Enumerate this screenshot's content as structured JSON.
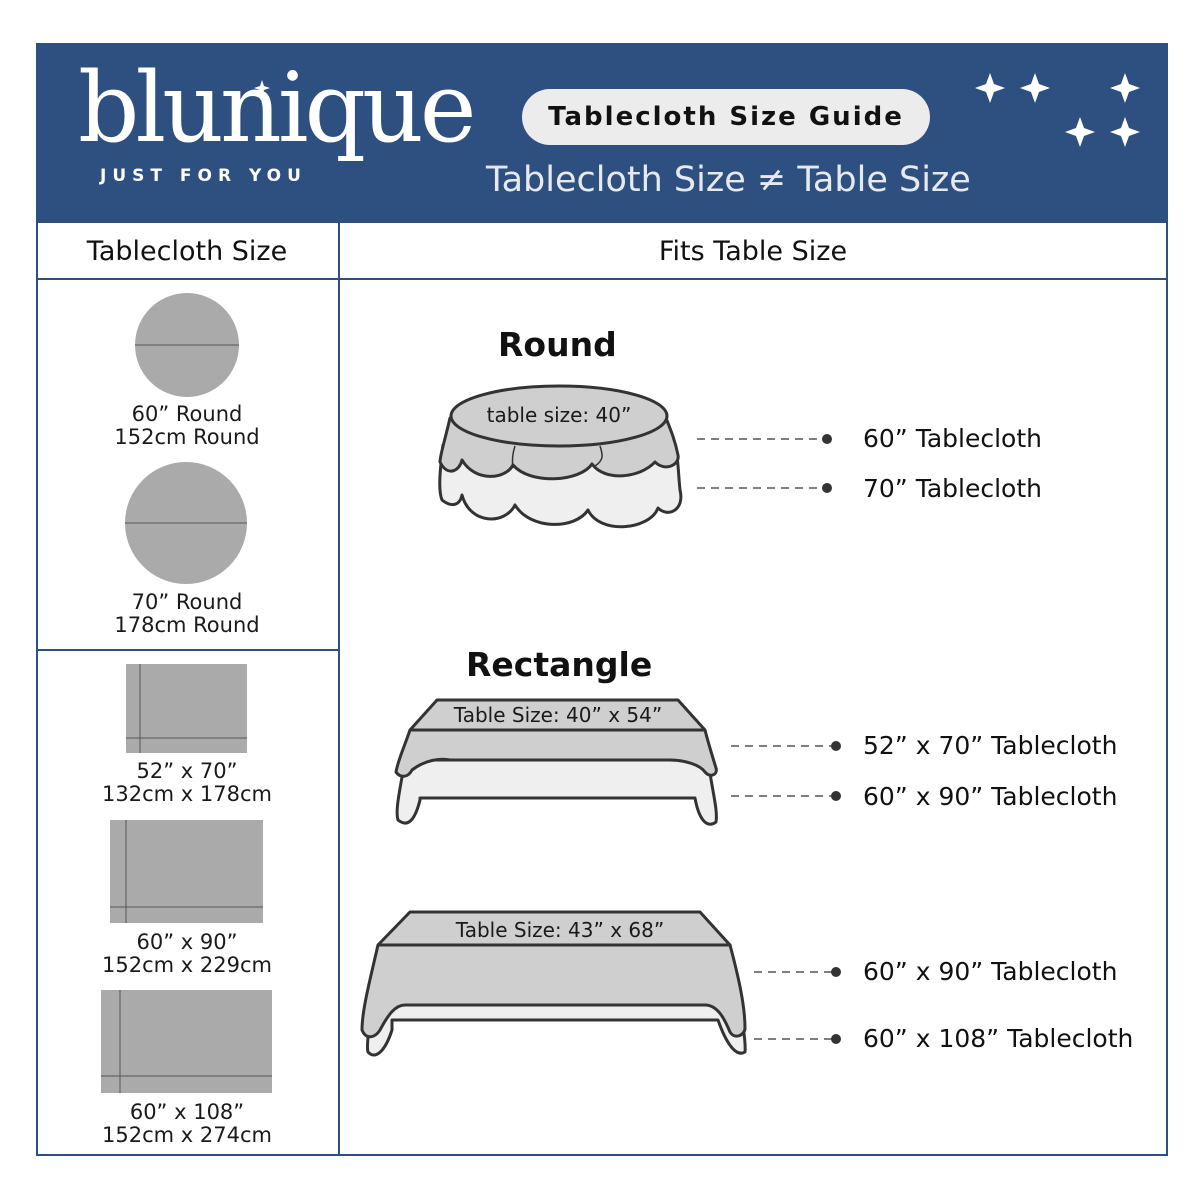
{
  "brand": {
    "name": "blunique",
    "tagline": "JUST FOR YOU"
  },
  "header": {
    "guide_title": "Tablecloth Size Guide",
    "subtitle": "Tablecloth Size ≠ Table Size"
  },
  "columns": {
    "left": "Tablecloth Size",
    "right": "Fits Table Size"
  },
  "left_items": [
    {
      "line1": "60” Round",
      "line2": "152cm Round"
    },
    {
      "line1": "70” Round",
      "line2": "178cm Round"
    },
    {
      "line1": "52” x 70”",
      "line2": "132cm x 178cm"
    },
    {
      "line1": "60” x 90”",
      "line2": "152cm x 229cm"
    },
    {
      "line1": "60” x 108”",
      "line2": "152cm x 274cm"
    }
  ],
  "round": {
    "title": "Round",
    "table_size": "table size: 40”",
    "fits": [
      "60” Tablecloth",
      "70” Tablecloth"
    ]
  },
  "rectangle": {
    "title": "Rectangle",
    "tables": [
      {
        "table_size": "Table Size: 40” x 54”",
        "fits": [
          "52” x 70” Tablecloth",
          "60” x 90” Tablecloth"
        ]
      },
      {
        "table_size": "Table Size: 43” x 68”",
        "fits": [
          "60” x 90” Tablecloth",
          "60” x 108” Tablecloth"
        ]
      }
    ]
  },
  "colors": {
    "navy": "#2d5080",
    "gray": "#aaaaaa",
    "light_gray": "#cfcfcf",
    "pill_bg": "#ececec"
  }
}
